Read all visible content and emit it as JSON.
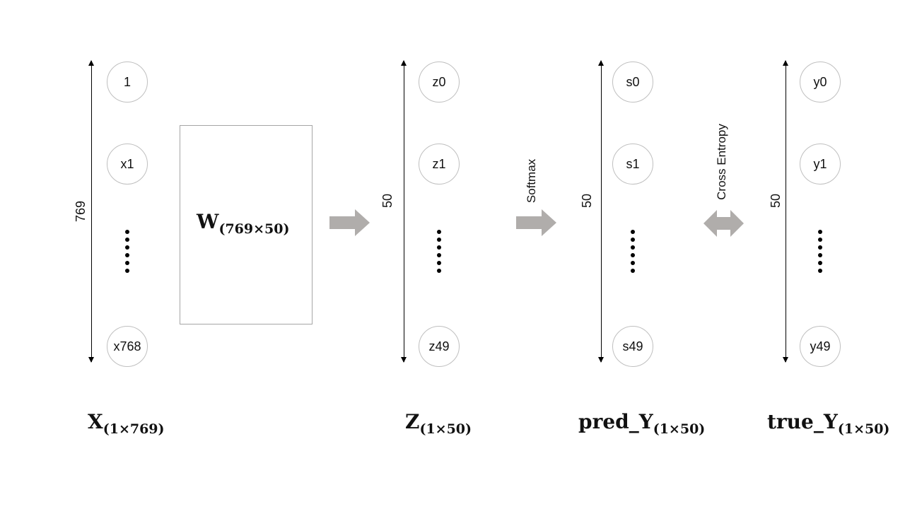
{
  "columns": [
    {
      "dimension": "769",
      "nodes": [
        "1",
        "x1",
        "x768"
      ],
      "label": {
        "main": "X",
        "sub": "(1×769)"
      }
    },
    {
      "dimension": "50",
      "nodes": [
        "z0",
        "z1",
        "z49"
      ],
      "label": {
        "main": "Z",
        "sub": "(1×50)"
      }
    },
    {
      "dimension": "50",
      "nodes": [
        "s0",
        "s1",
        "s49"
      ],
      "label": {
        "main": "pred_Y",
        "sub": "(1×50)"
      }
    },
    {
      "dimension": "50",
      "nodes": [
        "y0",
        "y1",
        "y49"
      ],
      "label": {
        "main": "true_Y",
        "sub": "(1×50)"
      }
    }
  ],
  "weight_matrix": {
    "main": "W",
    "sub": "(769×50)"
  },
  "arrows": {
    "softmax_label": "Softmax",
    "cross_entropy_label": "Cross Entropy"
  },
  "colors": {
    "arrow_fill": "#b0adab",
    "node_border": "#bfbfbf",
    "box_border": "#a6a6a6"
  }
}
